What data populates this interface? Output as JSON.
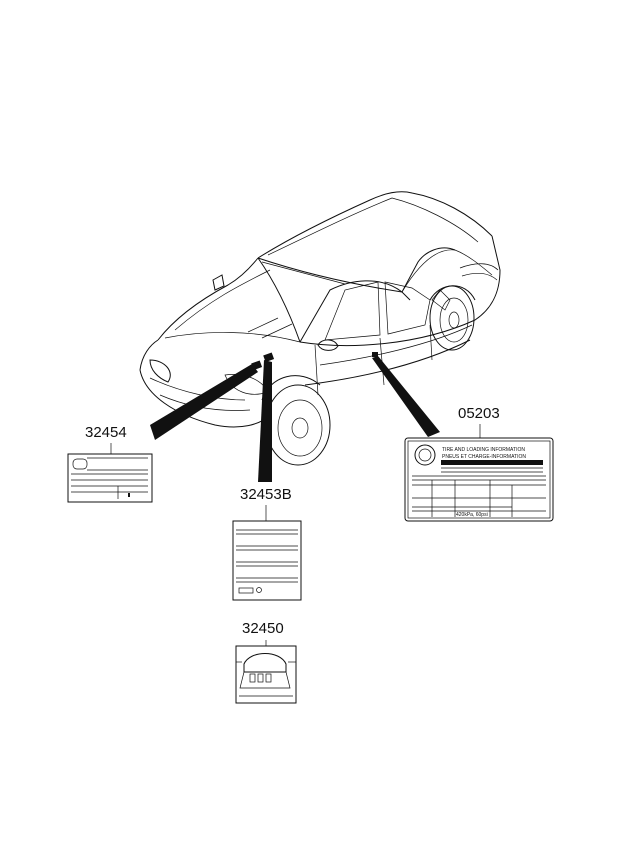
{
  "parts": [
    {
      "number": "32454"
    },
    {
      "number": "32453B"
    },
    {
      "number": "32450"
    },
    {
      "number": "05203"
    }
  ],
  "tire_label": {
    "title_line_1": "TIRE AND LOADING INFORMATION",
    "title_line_2": "PNEUS ET CHARGE-INFORMATION",
    "pressure_value": "420kPa, 60psi"
  }
}
